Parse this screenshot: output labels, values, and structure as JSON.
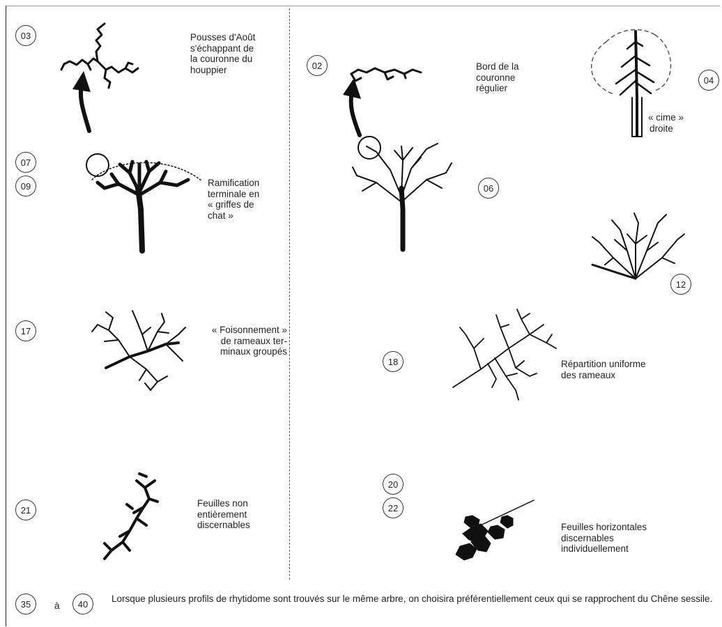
{
  "codes": {
    "c03": "03",
    "c02": "02",
    "c04": "04",
    "c07": "07",
    "c09": "09",
    "c06": "06",
    "c12": "12",
    "c17": "17",
    "c18": "18",
    "c20": "20",
    "c22": "22",
    "c21": "21",
    "c35": "35",
    "c40": "40"
  },
  "labels": {
    "pousses_aout": [
      "Pousses d'Août",
      "s'échappant de",
      "la couronne du",
      "houppier"
    ],
    "bord_couronne": [
      "Bord de la",
      "couronne",
      "régulier"
    ],
    "cime_droite": [
      "« cime »",
      "droite"
    ],
    "griffes_chat": [
      "Ramification",
      "terminale en",
      "« griffes de",
      "chat »"
    ],
    "foisonnement": [
      "« Foisonnement »",
      "de rameaux ter-",
      "minaux groupés"
    ],
    "repartition": [
      "Répartition uniforme",
      "des rameaux"
    ],
    "feuilles_non": [
      "Feuilles non",
      "entièrement",
      "discernables"
    ],
    "feuilles_horiz": [
      "Feuilles horizontales",
      "discernables",
      "individuellement"
    ]
  },
  "footer": {
    "connector": "à",
    "text": "Lorsque plusieurs profils de rhytidome sont trouvés sur le même arbre, on choisira préférentiellement ceux qui se rapprochent du Chêne sessile."
  }
}
